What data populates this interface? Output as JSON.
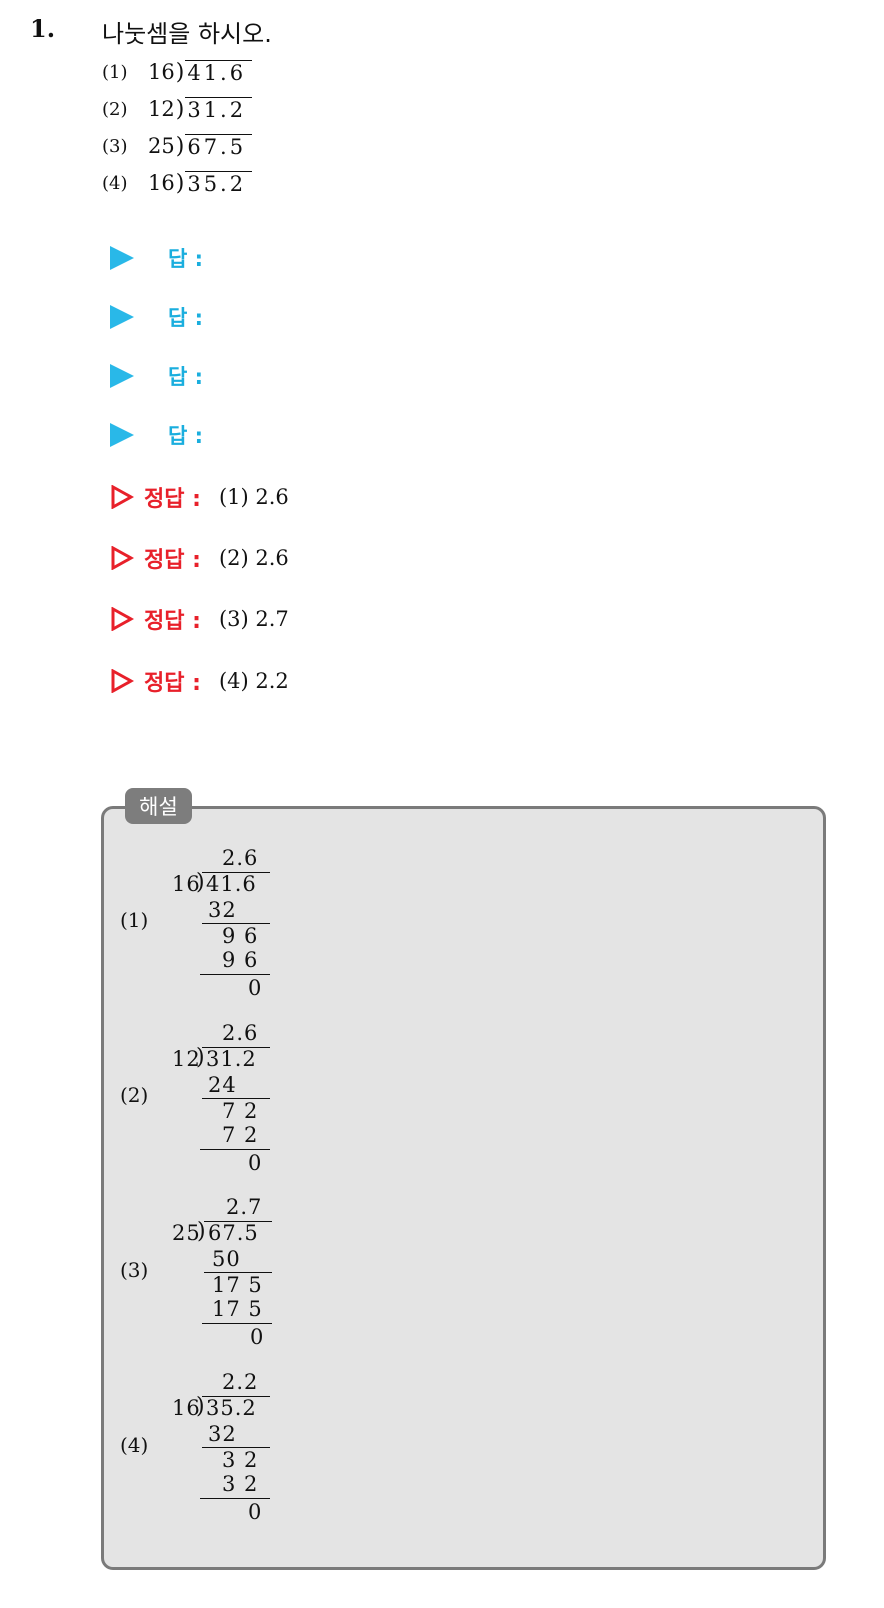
{
  "question": {
    "number": "1.",
    "text": "나눗셈을 하시오."
  },
  "problems": [
    {
      "label": "(1)",
      "divisor": "16",
      "dividend": "41.6"
    },
    {
      "label": "(2)",
      "divisor": "12",
      "dividend": "31.2"
    },
    {
      "label": "(3)",
      "divisor": "25",
      "dividend": "67.5"
    },
    {
      "label": "(4)",
      "divisor": "16",
      "dividend": "35.2"
    }
  ],
  "answer_label": "답 :",
  "correct_label": "정답 :",
  "correct_answers": [
    "(1) 2.6",
    "(2) 2.6",
    "(3) 2.7",
    "(4) 2.2"
  ],
  "solution": {
    "tab": "해설",
    "items": [
      {
        "label": "(1)",
        "quotient": "2.6",
        "divisor": "16",
        "dividend": "41.6",
        "sub1": "32",
        "rem1": "9 6",
        "sub2": "9 6",
        "rem2": "0"
      },
      {
        "label": "(2)",
        "quotient": "2.6",
        "divisor": "12",
        "dividend": "31.2",
        "sub1": "24",
        "rem1": "7 2",
        "sub2": "7 2",
        "rem2": "0"
      },
      {
        "label": "(3)",
        "quotient": "2.7",
        "divisor": "25",
        "dividend": "67.5",
        "sub1": "50",
        "rem1": "17 5",
        "sub2": "17 5",
        "rem2": "0"
      },
      {
        "label": "(4)",
        "quotient": "2.2",
        "divisor": "16",
        "dividend": "35.2",
        "sub1": "32",
        "rem1": "3 2",
        "sub2": "3 2",
        "rem2": "0"
      }
    ]
  },
  "colors": {
    "answer": "#1aaede",
    "correct": "#e8202a",
    "solution_bg": "#e4e4e4",
    "solution_tab": "#7d7d7d"
  }
}
